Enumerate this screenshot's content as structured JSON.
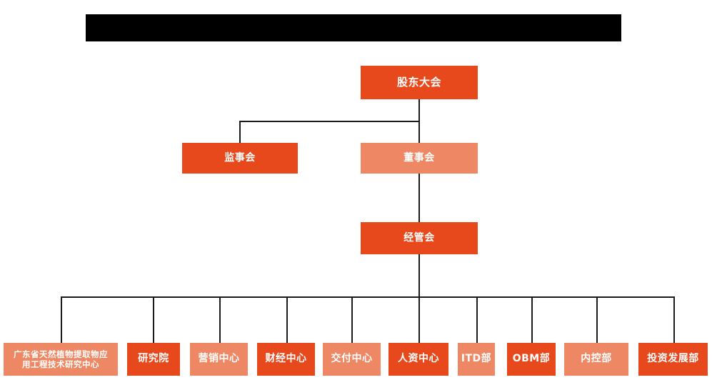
{
  "chart_title_redacted": "",
  "colors": {
    "deep_orange": "#e8491c",
    "light_orange": "#ee8764",
    "line": "#1a1a1a",
    "background": "#ffffff",
    "redaction": "#000000"
  },
  "levels": {
    "level1": {
      "shareholders": {
        "label": "股东大会",
        "tone": "deep"
      }
    },
    "level2": {
      "supervisors": {
        "label": "监事会",
        "tone": "deep"
      },
      "directors": {
        "label": "董事会",
        "tone": "light"
      }
    },
    "level3": {
      "management": {
        "label": "经管会",
        "tone": "deep"
      }
    }
  },
  "departments": [
    {
      "label": "广东省天然植物提取物应用工程技术研究中心",
      "line1": "广东省天然植物提取物应",
      "line2": "用工程技术研究中心",
      "tone": "light",
      "multiline": true
    },
    {
      "label": "研究院",
      "tone": "deep",
      "multiline": false
    },
    {
      "label": "营销中心",
      "tone": "light",
      "multiline": false
    },
    {
      "label": "财经中心",
      "tone": "deep",
      "multiline": false
    },
    {
      "label": "交付中心",
      "tone": "light",
      "multiline": false
    },
    {
      "label": "人资中心",
      "tone": "deep",
      "multiline": false
    },
    {
      "label": "ITD部",
      "tone": "light",
      "multiline": false
    },
    {
      "label": "OBM部",
      "tone": "deep",
      "multiline": false
    },
    {
      "label": "内控部",
      "tone": "light",
      "multiline": false
    },
    {
      "label": "投资发展部",
      "tone": "deep",
      "multiline": false
    }
  ]
}
